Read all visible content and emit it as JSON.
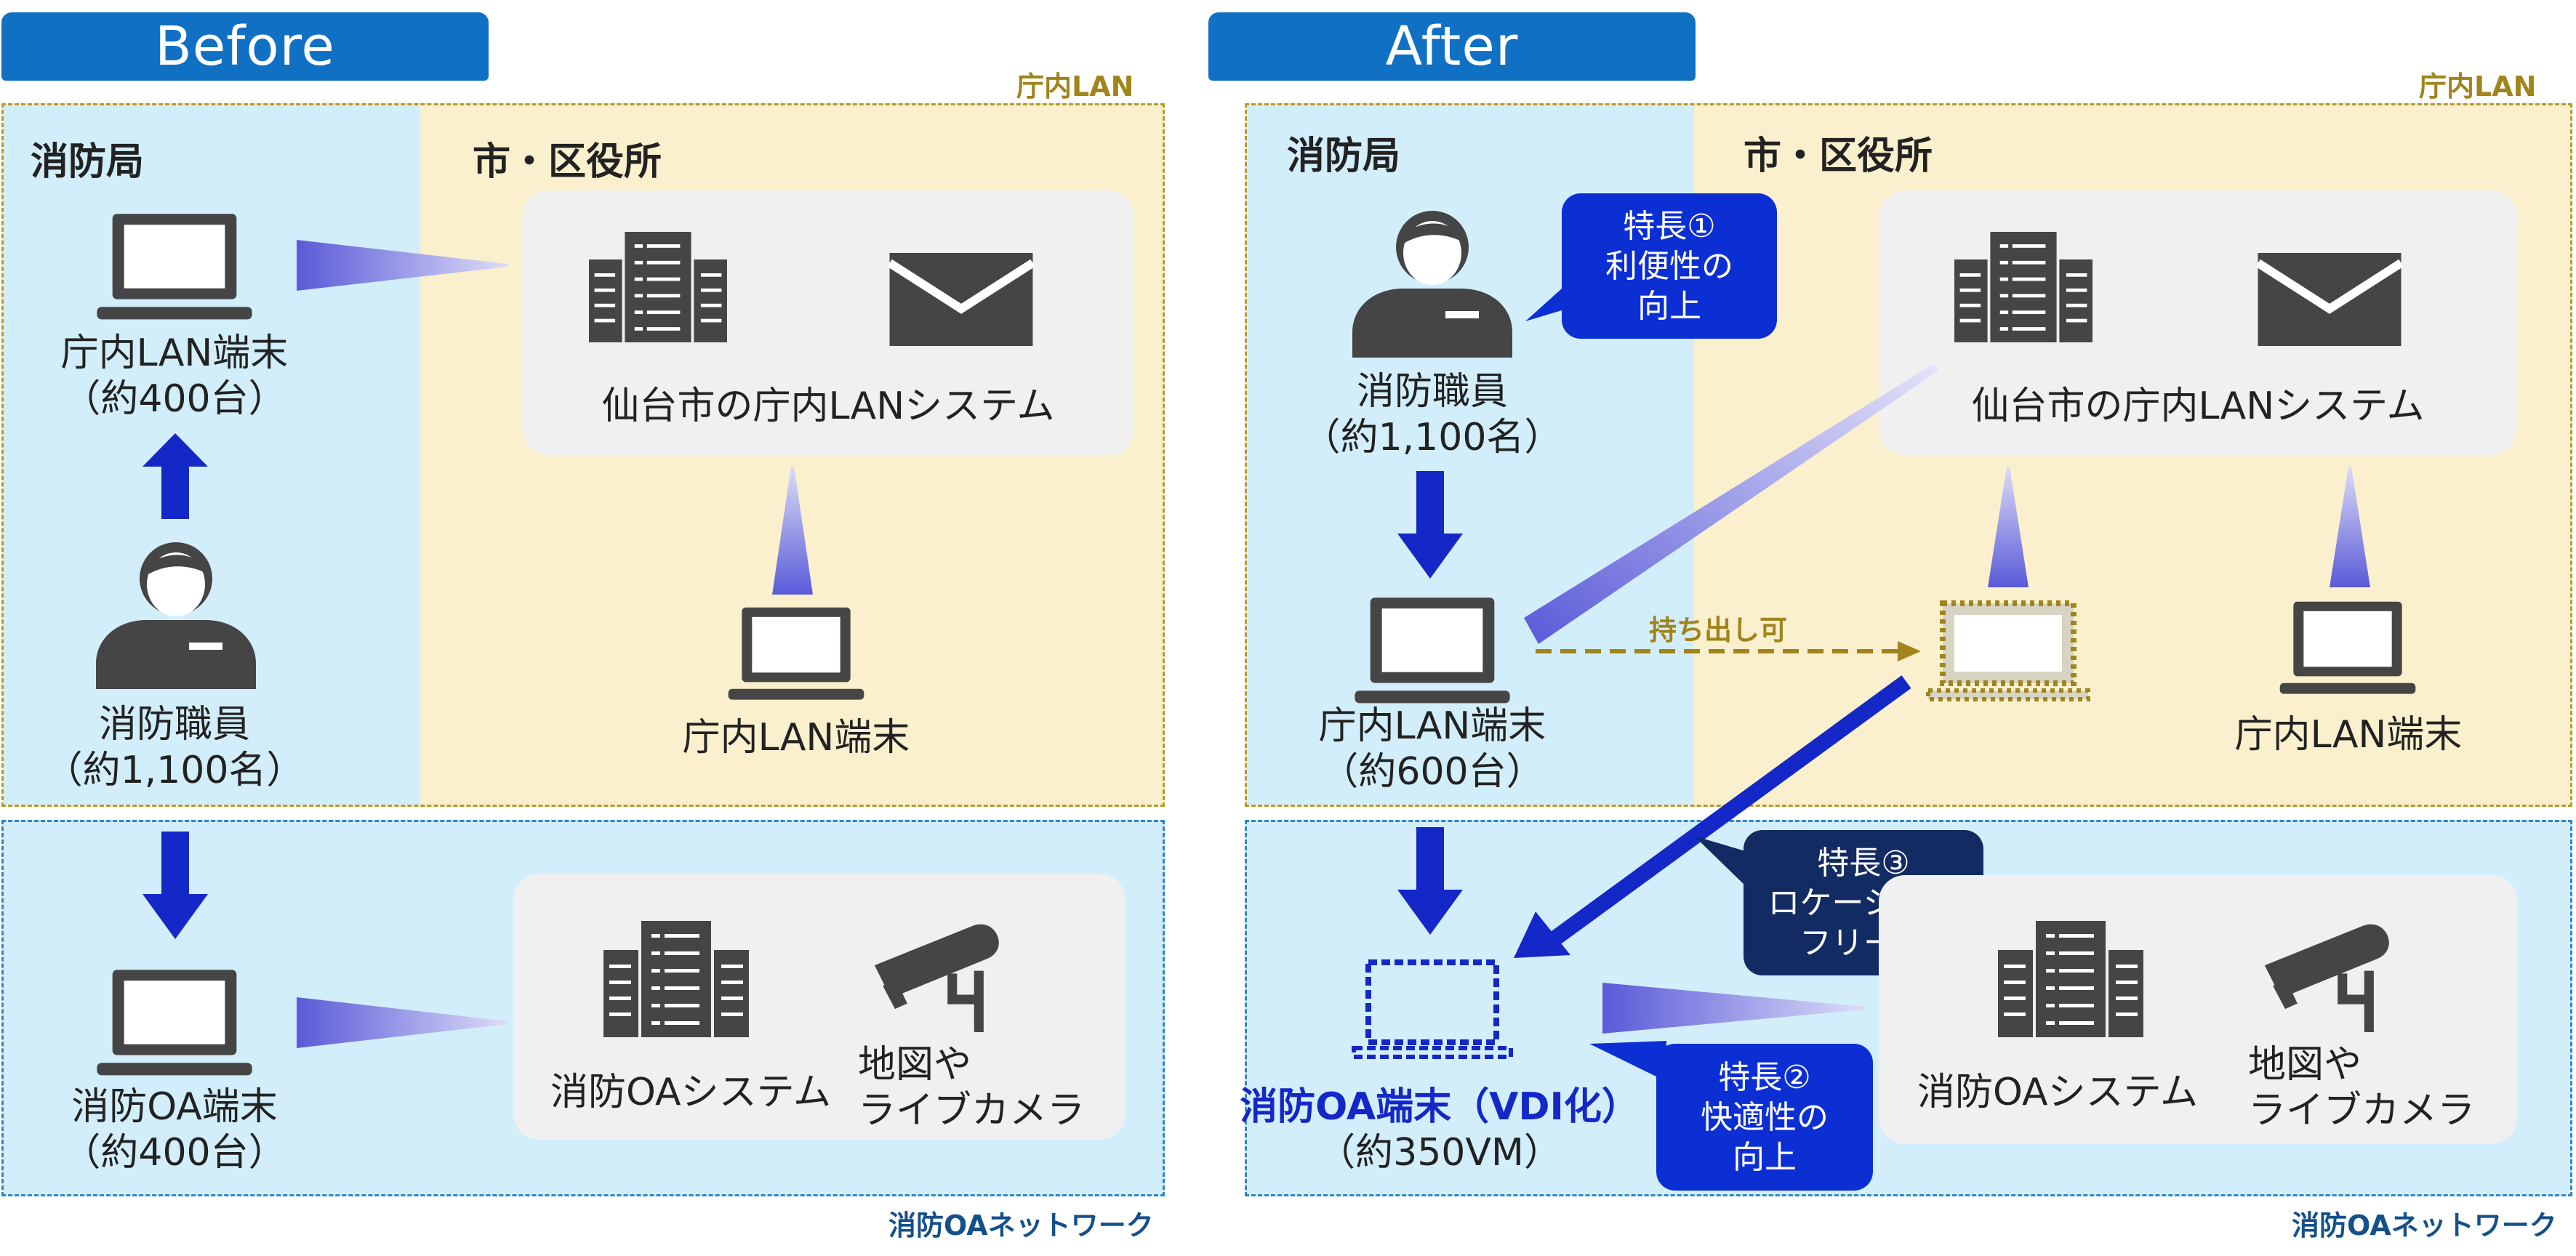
{
  "before": {
    "title": "Before",
    "lan_label": "庁内LAN",
    "oa_label": "消防OAネットワーク",
    "fire_section": "消防局",
    "city_section": "市・区役所",
    "lan_terminal": [
      "庁内LAN端末",
      "（約400台）"
    ],
    "staff": [
      "消防職員",
      "（約1,100名）"
    ],
    "oa_terminal": [
      "消防OA端末",
      "（約400台）"
    ],
    "lan_system": "仙台市の庁内LANシステム",
    "city_terminal": "庁内LAN端末",
    "oa_system": "消防OAシステム",
    "map_camera": [
      "地図や",
      "ライブカメラ"
    ]
  },
  "after": {
    "title": "After",
    "lan_label": "庁内LAN",
    "oa_label": "消防OAネットワーク",
    "fire_section": "消防局",
    "city_section": "市・区役所",
    "staff": [
      "消防職員",
      "（約1,100名）"
    ],
    "lan_terminal": [
      "庁内LAN端末",
      "（約600台）"
    ],
    "vdi_terminal": [
      "消防OA端末（VDI化）",
      "（約350VM）"
    ],
    "lan_system": "仙台市の庁内LANシステム",
    "city_terminal": "庁内LAN端末",
    "carry_out": "持ち出し可",
    "oa_system": "消防OAシステム",
    "map_camera": [
      "地図や",
      "ライブカメラ"
    ],
    "feature1": [
      "特長①",
      "利便性の",
      "向上"
    ],
    "feature2": [
      "特長②",
      "快適性の",
      "向上"
    ],
    "feature3": [
      "特長③",
      "ロケーション",
      "フリー化"
    ]
  },
  "colors": {
    "tab_blue": "#1070c4",
    "lan_zone": "#fbf0cd",
    "oa_zone": "#d3eefb",
    "icon_gray": "#454545",
    "arrow_blue": "#1428c8",
    "carry_gold": "#a0841c",
    "vdi_dashed": "#1428c8",
    "callout_blue": "#0c2fd4",
    "callout_navy": "#132b63"
  }
}
